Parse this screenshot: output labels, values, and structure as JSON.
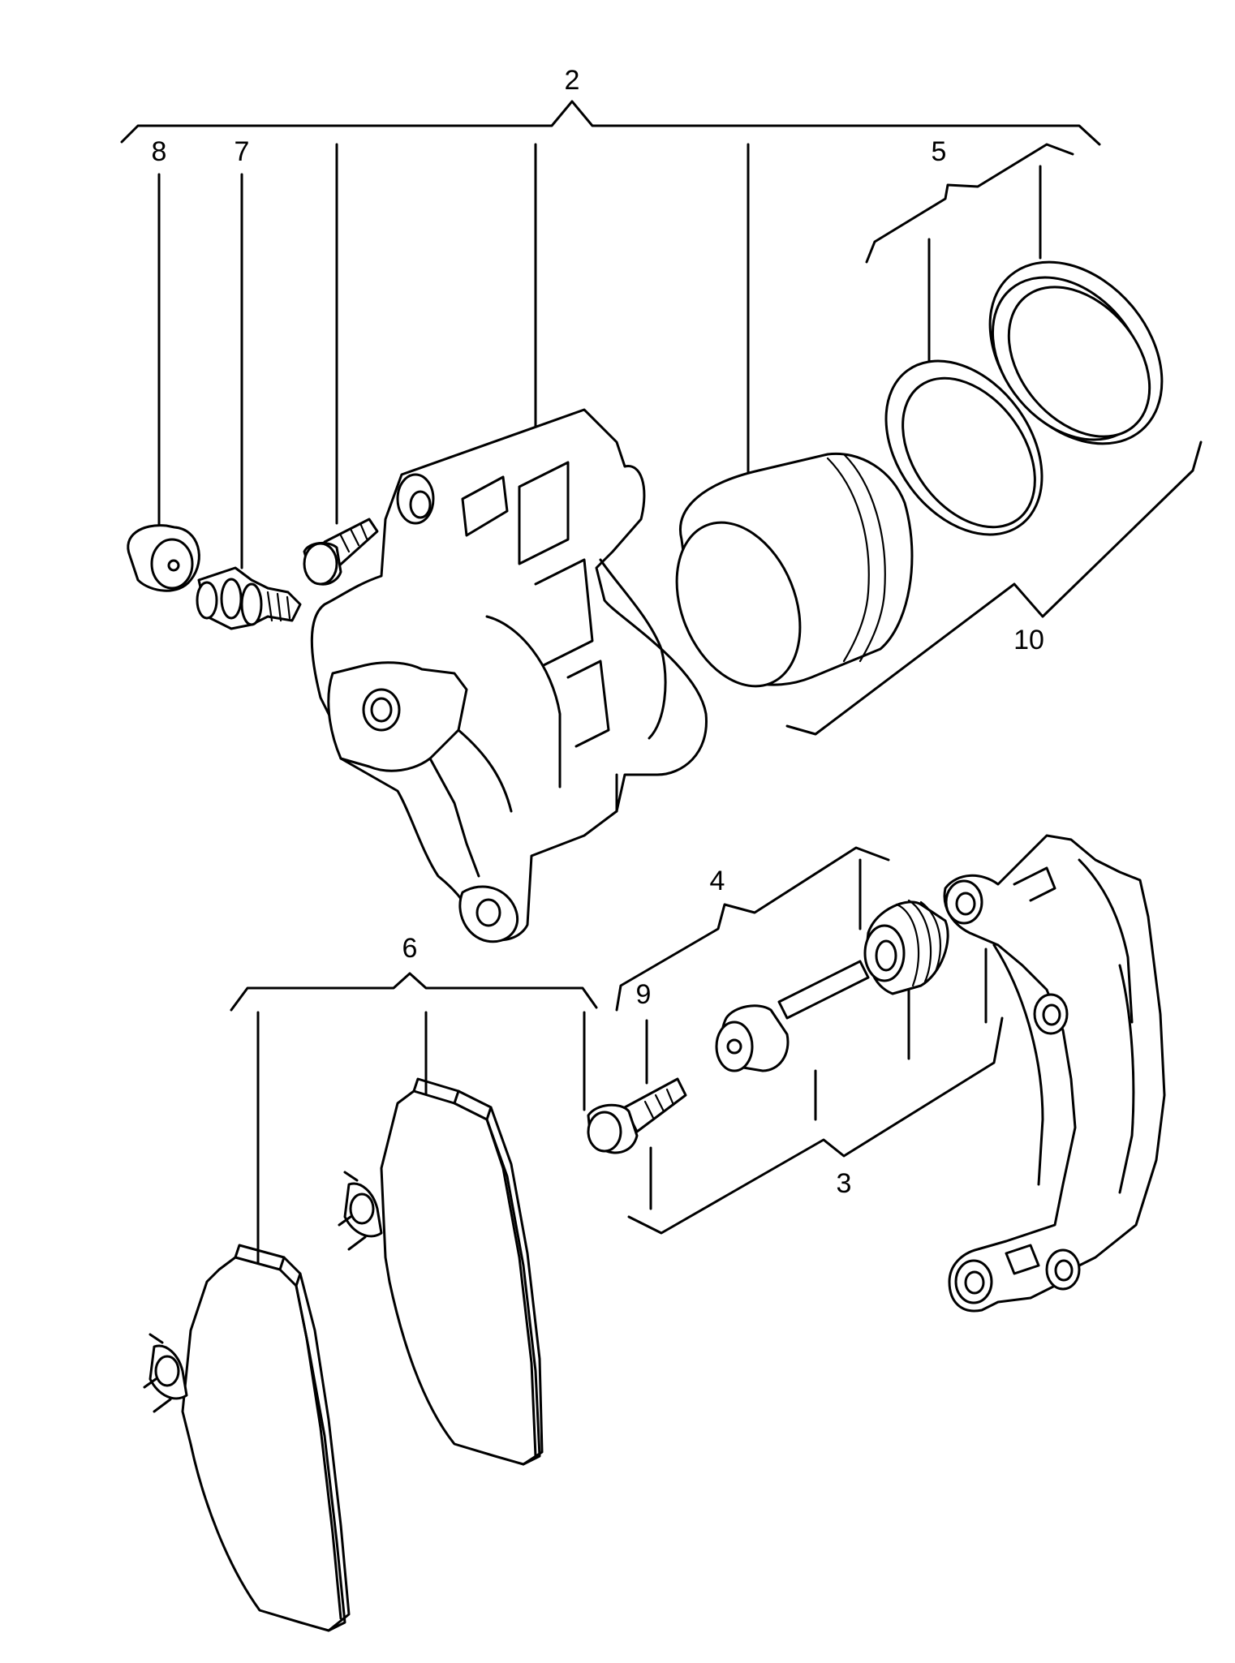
{
  "diagram": {
    "callouts": [
      {
        "id": "c2",
        "text": "2"
      },
      {
        "id": "c8",
        "text": "8"
      },
      {
        "id": "c7",
        "text": "7"
      },
      {
        "id": "c5",
        "text": "5"
      },
      {
        "id": "c10",
        "text": "10"
      },
      {
        "id": "c4",
        "text": "4"
      },
      {
        "id": "c6",
        "text": "6"
      },
      {
        "id": "c9",
        "text": "9"
      },
      {
        "id": "c3",
        "text": "3"
      }
    ]
  }
}
